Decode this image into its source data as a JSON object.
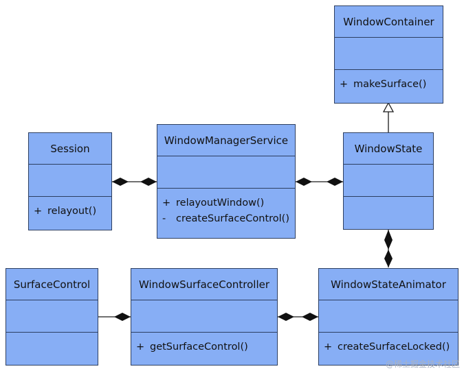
{
  "classes": {
    "window_container": {
      "name": "WindowContainer",
      "methods": [
        {
          "vis": "+",
          "sig": "makeSurface()"
        }
      ]
    },
    "session": {
      "name": "Session",
      "methods": [
        {
          "vis": "+",
          "sig": "relayout()"
        }
      ]
    },
    "window_manager_service": {
      "name": "WindowManagerService",
      "methods": [
        {
          "vis": "+",
          "sig": "relayoutWindow()"
        },
        {
          "vis": "-",
          "sig": "createSurfaceControl()"
        }
      ]
    },
    "window_state": {
      "name": "WindowState",
      "methods": []
    },
    "surface_control": {
      "name": "SurfaceControl",
      "methods": []
    },
    "window_surface_controller": {
      "name": "WindowSurfaceController",
      "methods": [
        {
          "vis": "+",
          "sig": "getSurfaceControl()"
        }
      ]
    },
    "window_state_animator": {
      "name": "WindowStateAnimator",
      "methods": [
        {
          "vis": "+",
          "sig": "createSurfaceLocked()"
        }
      ]
    }
  },
  "relations": [
    {
      "from": "WindowState",
      "to": "WindowContainer",
      "type": "inheritance"
    },
    {
      "from": "Session",
      "to": "WindowManagerService",
      "type": "composition-both"
    },
    {
      "from": "WindowManagerService",
      "to": "WindowState",
      "type": "composition-both"
    },
    {
      "from": "WindowState",
      "to": "WindowStateAnimator",
      "type": "composition-both"
    },
    {
      "from": "SurfaceControl",
      "to": "WindowSurfaceController",
      "type": "composition"
    },
    {
      "from": "WindowSurfaceController",
      "to": "WindowStateAnimator",
      "type": "composition-both"
    }
  ],
  "watermark": "@稀土掘金技术社区",
  "colors": {
    "class_fill": "#87aef5",
    "border": "#2c3e60",
    "line": "#1a1a1a"
  }
}
